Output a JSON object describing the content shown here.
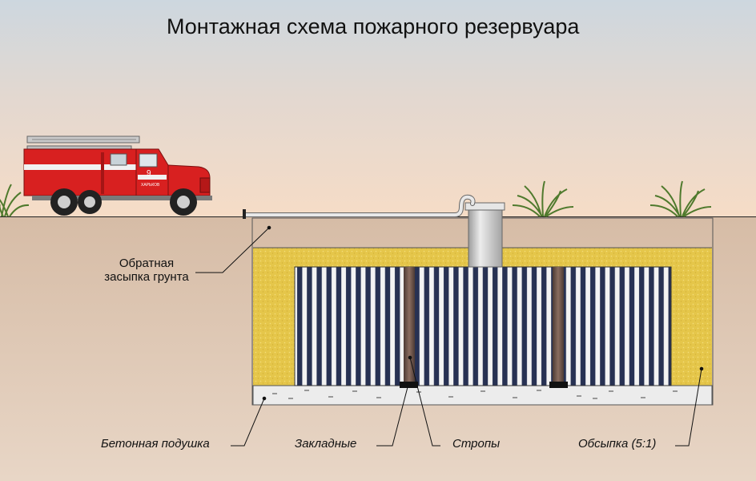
{
  "diagram": {
    "title": "Монтажная схема пожарного резервуара",
    "truck_number": "9",
    "truck_city": "ХАРЬКОВ",
    "labels": {
      "backfill_line1": "Обратная",
      "backfill_line2": "засыпка грунта",
      "concrete_pad": "Бетонная подушка",
      "embedded": "Закладные",
      "slings": "Стропы",
      "sand_mix": "Обсыпка (5:1)"
    },
    "colors": {
      "sky_top": "#cfd8df",
      "sky_bottom": "#f2d8c4",
      "ground": "#dcc4b0",
      "sand": "#e6c84a",
      "concrete": "#ececec",
      "tank_rib_dark": "#2a3354",
      "tank_rib_light": "#f2f2f2",
      "truck_red": "#d92121"
    }
  }
}
